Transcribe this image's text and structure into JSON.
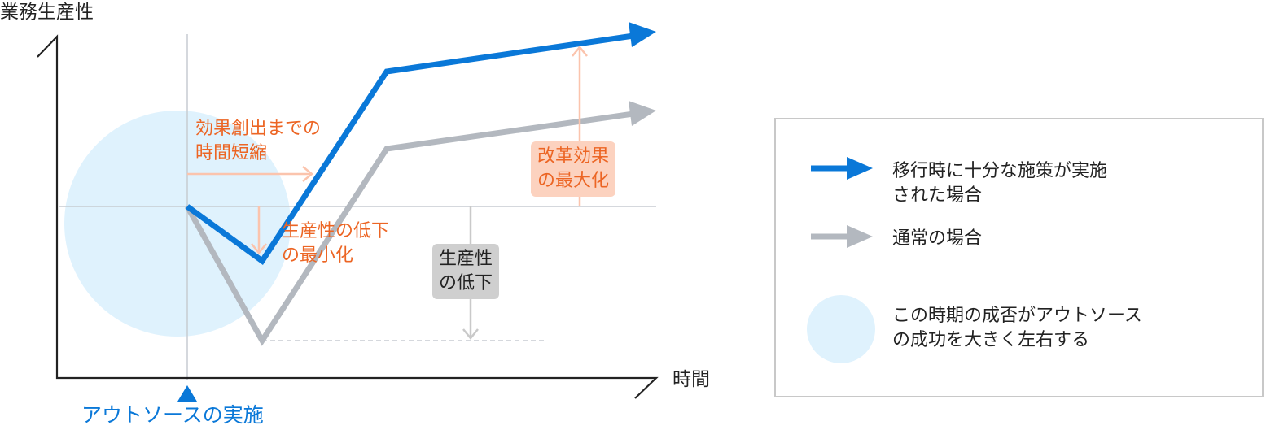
{
  "axes": {
    "y_label": "業務生産性",
    "x_label": "時間"
  },
  "marker": {
    "label": "アウトソースの実施"
  },
  "annotations": {
    "shorten": "効果創出までの\n時間短縮",
    "minimize": "生産性の低下\nの最小化",
    "maximize": "改革効果\nの最大化",
    "decline": "生産性\nの低下"
  },
  "legend": {
    "items": [
      {
        "key": "blue",
        "label": "移行時に十分な施策が実施\nされた場合"
      },
      {
        "key": "gray",
        "label": "通常の場合"
      },
      {
        "key": "circle",
        "label": "この時期の成否がアウトソース\nの成功を大きく左右する"
      }
    ]
  },
  "colors": {
    "blue": "#0a78d8",
    "gray": "#b3b8bf",
    "circle": "#dff2fd",
    "orange_text": "#ec6524",
    "orange_arrow": "#fbc4ad",
    "gray_arrow": "#c9c9c9"
  }
}
